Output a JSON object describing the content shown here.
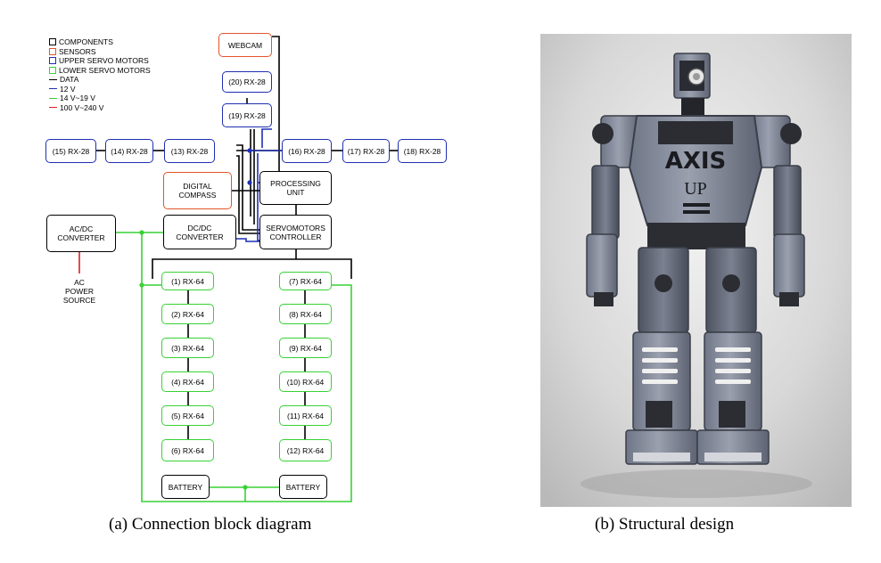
{
  "legend": [
    {
      "kind": "square",
      "color": "#000000",
      "label": "COMPONENTS"
    },
    {
      "kind": "square",
      "color": "#e2552a",
      "label": "SENSORS"
    },
    {
      "kind": "square",
      "color": "#1f2fb0",
      "label": "UPPER SERVO MOTORS"
    },
    {
      "kind": "square",
      "color": "#39d135",
      "label": "LOWER SERVO MOTORS"
    },
    {
      "kind": "line",
      "color": "#000000",
      "label": "DATA"
    },
    {
      "kind": "line",
      "color": "#1f2fb0",
      "label": "12 V"
    },
    {
      "kind": "line",
      "color": "#39d135",
      "label": "14 V~19 V"
    },
    {
      "kind": "line",
      "color": "#e02020",
      "label": "100 V~240 V"
    }
  ],
  "components": {
    "webcam": "WEBCAM",
    "compass": "DIGITAL\nCOMPASS",
    "processing": "PROCESSING\nUNIT",
    "acdc": "AC/DC\nCONVERTER",
    "dcdc": "DC/DC\nCONVERTER",
    "servo_controller": "SERVOMOTORS\nCONTROLLER",
    "battery_left": "BATTERY",
    "battery_right": "BATTERY",
    "ac_power": "AC\nPOWER\nSOURCE"
  },
  "upper_servos": {
    "s20": "(20) RX-28",
    "s19": "(19) RX-28",
    "s15": "(15) RX-28",
    "s14": "(14) RX-28",
    "s13": "(13) RX-28",
    "s16": "(16) RX-28",
    "s17": "(17) RX-28",
    "s18": "(18) RX-28"
  },
  "lower_servos": {
    "left": [
      "(1) RX-64",
      "(2) RX-64",
      "(3) RX-64",
      "(4) RX-64",
      "(5) RX-64",
      "(6) RX-64"
    ],
    "right": [
      "(7) RX-64",
      "(8) RX-64",
      "(9) RX-64",
      "(10) RX-64",
      "(11) RX-64",
      "(12) RX-64"
    ]
  },
  "robot": {
    "logo_axis": "AXIS",
    "logo_up": "UP"
  },
  "captions": {
    "a": "(a) Connection block diagram",
    "b": "(b) Structural design"
  },
  "colors": {
    "data": "#000000",
    "v12": "#1f2fb0",
    "v14": "#39d135",
    "v100": "#e02020",
    "sensor": "#e2552a"
  }
}
